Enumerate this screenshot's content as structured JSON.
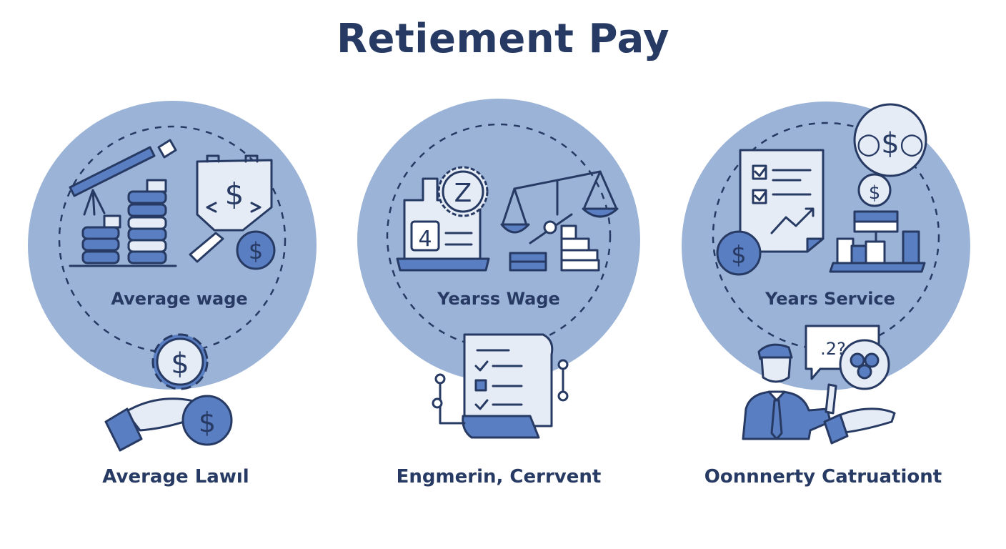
{
  "title": "Retiement Pay",
  "panels": [
    {
      "circle_label": "Average wage",
      "bottom_label": "Average Lawıl"
    },
    {
      "circle_label": "Yearss Wage",
      "bottom_label": "Engmerin, Cerrvent"
    },
    {
      "circle_label": "Years Service",
      "bottom_label": "Oonnnerty Catruationt"
    }
  ],
  "icon_text": {
    "dollar": "$",
    "z_badge": "Z",
    "calc_digit": "4",
    "mixed_coin": "○$○",
    "question": ".2?"
  },
  "colors": {
    "navy": "#273a63",
    "circle": "#9bb3d6",
    "accent": "#5a7ec2",
    "light": "#e6ecf6"
  },
  "icons": [
    "telescope-icon",
    "coin-stack-icon",
    "money-shield-icon",
    "dollar-coin-icon",
    "gear-dollar-icon",
    "hand-coin-icon",
    "calculator-icon",
    "z-badge-icon",
    "balance-scale-icon",
    "stairs-chart-icon",
    "checklist-scroll-icon",
    "checklist-report-icon",
    "dollar-coins-icon",
    "bar-chart-icon",
    "businessman-icon",
    "speech-bubble-icon",
    "people-icon",
    "open-hand-icon"
  ]
}
